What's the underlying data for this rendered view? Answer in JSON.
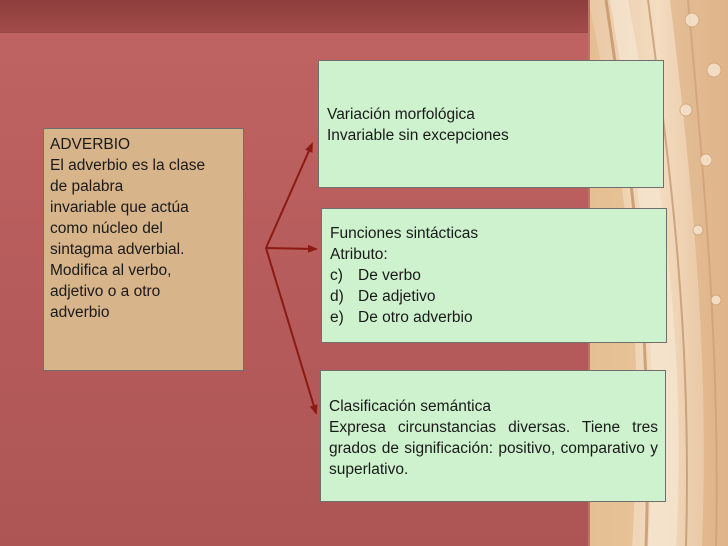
{
  "definition": {
    "lines": [
      "ADVERBIO",
      "El adverbio es la clase",
      "de palabra",
      "invariable que actúa",
      "como núcleo del",
      "sintagma adverbial.",
      "Modifica al verbo,",
      "adjetivo o a otro",
      "adverbio"
    ]
  },
  "morfologia": {
    "lines": [
      "Variación morfológica",
      "Invariable sin excepciones"
    ]
  },
  "funciones": {
    "title": "Funciones sintácticas",
    "subtitle": "Atributo:",
    "items": [
      {
        "marker": "c)",
        "text": "De verbo"
      },
      {
        "marker": "d)",
        "text": "De adjetivo"
      },
      {
        "marker": "e)",
        "text": "De otro adverbio"
      }
    ]
  },
  "semantica": {
    "title": "Clasificación semántica",
    "body": "Expresa circunstancias diversas. Tiene tres grados de significación: positivo, comparativo y superlativo."
  },
  "colors": {
    "background": "#b85a5a",
    "left_box": "#d8b48a",
    "right_boxes": "#cdf2cd",
    "arrows": "#8a1a12"
  }
}
